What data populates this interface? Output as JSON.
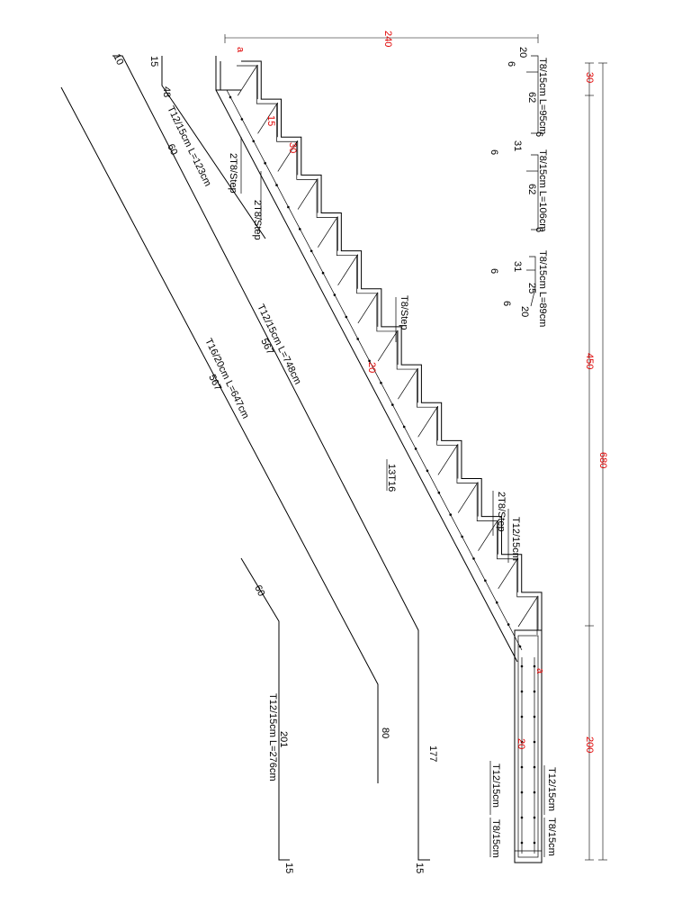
{
  "labels": {
    "dim_240": "240",
    "dim_30_top": "30",
    "dim_450": "450",
    "dim_680": "680",
    "dim_200": "200",
    "mark_top": "a",
    "mark_bottom": "a",
    "step_15": "15",
    "step_30": "30",
    "mid_20": "20",
    "land_20": "20",
    "b1_20": "20",
    "b1_6a": "6",
    "b1_62": "62",
    "b1_6b": "6",
    "b1_label": "T8/15cm L=95cm",
    "b2_31": "31",
    "b2_6a": "6",
    "b2_62": "62",
    "b2_6b": "6",
    "b2_label": "T8/15cm L=106cm",
    "b3_31": "31",
    "b3_6a": "6",
    "b3_25": "25",
    "b3_6b": "6",
    "b3_20": "20",
    "b3_label": "T8/15cm L=89cm",
    "r123_15": "15",
    "r123_48": "48",
    "r123_label": "T12/15cm L=123cm",
    "r123_60": "60",
    "r748_10": "10",
    "r748_label": "T12/15cm L=748cm",
    "r748_567": "567",
    "r748_177": "177",
    "r748_15": "15",
    "r647_label": "T16/20cm L=647cm",
    "r647_567": "567",
    "r647_80": "80",
    "r276_60": "60",
    "r276_201": "201",
    "r276_label": "T12/15cm L=276cm",
    "r276_15": "15",
    "st_2t8_a": "2T8/Step",
    "st_2t8_b": "2T8/Step",
    "st_t8": "T8/Step",
    "st_13t16": "13T16",
    "st_2t8_c": "2T8/Step",
    "st_t12": "T12/15cm",
    "land_t12_top": "T12/15cm",
    "land_t8_top": "T8/15cm",
    "land_t12_bot": "T12/15cm",
    "land_t8_bot": "T8/15cm"
  }
}
